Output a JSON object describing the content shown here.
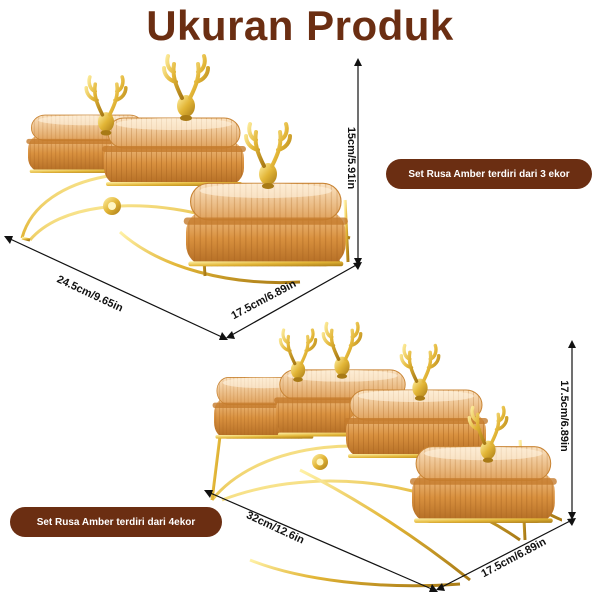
{
  "title": "Ukuran Produk",
  "set_three": {
    "label": "Set Rusa Amber terdiri dari 3 ekor",
    "height": "15cm/5.91in",
    "length": "24.5cm/9.65in",
    "width": "17.5cm/6.89in"
  },
  "set_four": {
    "label": "Set Rusa Amber terdiri dari 4ekor",
    "height": "17.5cm/6.89in",
    "length": "32cm/12.6in",
    "width": "17.5cm/6.89in"
  },
  "colors": {
    "brand_brown": "#6b2e12",
    "amber": "#d9913f",
    "gold": "#e2b536"
  }
}
